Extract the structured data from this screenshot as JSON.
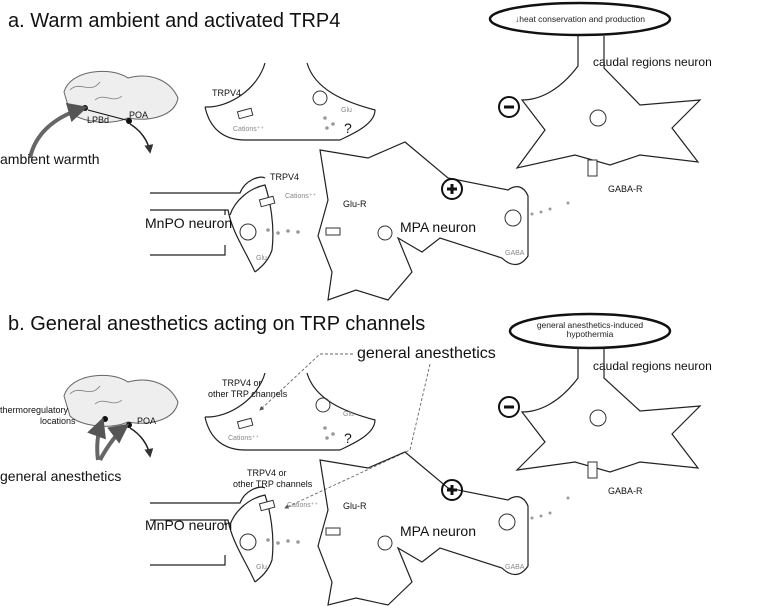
{
  "panel_a": {
    "title": "a. Warm ambient and activated TRP4",
    "output_box": "↓heat conservation and production",
    "caudal_neuron": "caudal regions neuron",
    "mnpo_neuron": "MnPO neuron",
    "mpa_neuron": "MPA neuron",
    "stimulus": "ambient warmth",
    "brain_labels": [
      "LPBd",
      "POA"
    ],
    "trpv4_top": "TRPV4",
    "trpv4_mnpo": "TRPV4",
    "cations": "Cations⁺⁺",
    "glu": "Glu",
    "question": "?",
    "glu_r": "Glu-R",
    "gaba": "GABA",
    "gaba_r": "GABA-R"
  },
  "panel_b": {
    "title": "b. General anesthetics acting on TRP channels",
    "output_box_line1": "general anesthetics-induced",
    "output_box_line2": "hypothermia",
    "caudal_neuron": "caudal regions neuron",
    "mnpo_neuron": "MnPO neuron",
    "mpa_neuron": "MPA neuron",
    "general_anesthetics_label": "general anesthetics",
    "stimulus": "general anesthetics",
    "brain_labels": [
      "thermoregulatory",
      "locations",
      "POA"
    ],
    "trp_top_line1": "TRPV4 or",
    "trp_top_line2": "other TRP channels",
    "trp_mnpo_line1": "TRPV4 or",
    "trp_mnpo_line2": "other TRP channels",
    "cations": "Cations⁺⁺",
    "glu": "Glu",
    "question": "?",
    "glu_r": "Glu-R",
    "gaba": "GABA",
    "gaba_r": "GABA-R"
  }
}
